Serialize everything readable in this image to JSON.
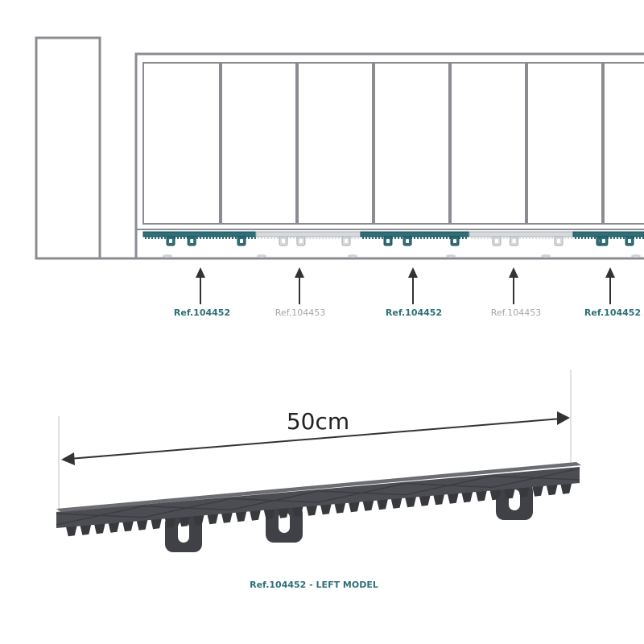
{
  "colors": {
    "outline": "#8a8c91",
    "rack_dark": "#2f6f79",
    "rack_light": "#d7dadd",
    "label_dark": "#2f6f79",
    "label_light": "#a4a7ab",
    "arrow": "#333333",
    "rack_body": "#4b4d52",
    "rack_top": "#5f6166",
    "rack_shadow": "#37393d"
  },
  "labels": [
    {
      "text": "Ref.104452",
      "style": "dark"
    },
    {
      "text": "Ref.104453",
      "style": "light"
    },
    {
      "text": "Ref.104452",
      "style": "dark"
    },
    {
      "text": "Ref.104453",
      "style": "light"
    },
    {
      "text": "Ref.104452",
      "style": "dark"
    }
  ],
  "dimension": {
    "text": "50cm"
  },
  "model_caption": {
    "text": "Ref.104452 - LEFT MODEL"
  }
}
